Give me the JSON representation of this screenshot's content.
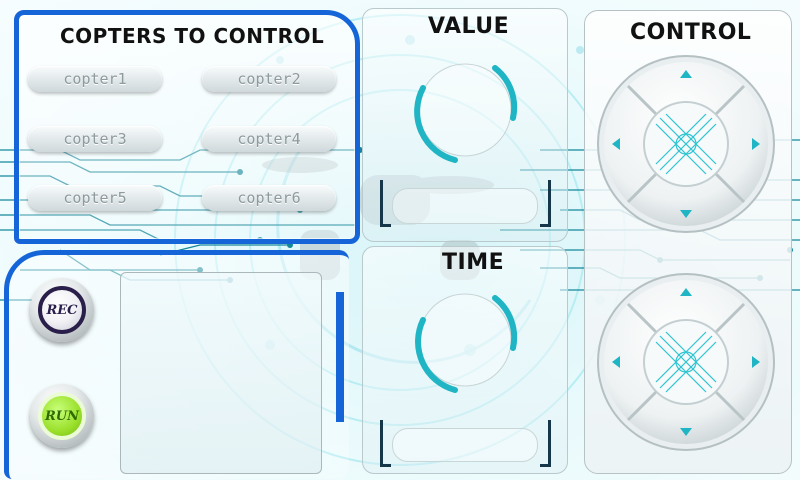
{
  "colors": {
    "accent_blue": "#1565d8",
    "cyan": "#1fb5c4",
    "rec": "#2a1f4a",
    "run": "#9be02b"
  },
  "copters_panel": {
    "title": "COPTERS TO CONTROL",
    "buttons": [
      "copter1",
      "copter2",
      "copter3",
      "copter4",
      "copter5",
      "copter6"
    ]
  },
  "record_panel": {
    "rec_label": "REC",
    "run_label": "RUN"
  },
  "value_panel": {
    "title": "VALUE"
  },
  "time_panel": {
    "title": "TIME"
  },
  "control_panel": {
    "title": "CONTROL"
  },
  "icons": {
    "up": "arrow-up-icon",
    "down": "arrow-down-icon",
    "left": "arrow-left-icon",
    "right": "arrow-right-icon",
    "center": "crosshair-icon"
  }
}
